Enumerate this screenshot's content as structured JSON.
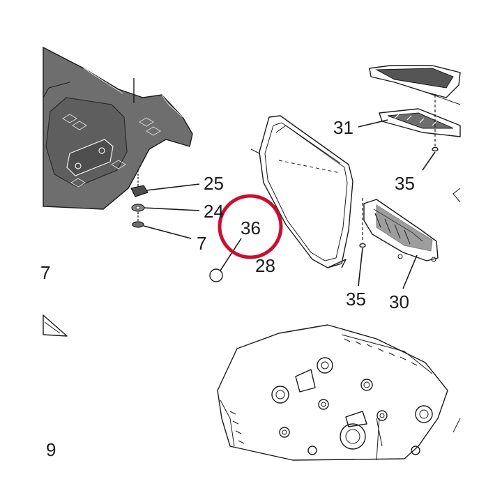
{
  "page_number": "9",
  "highlight_color": "#c8102e",
  "dark_part_color": "#6e6e6e",
  "callouts": {
    "c25": "25",
    "c24": "24",
    "c7": "7",
    "c36": "36",
    "c28": "28",
    "c31": "31",
    "c35_top": "35",
    "c35_bottom": "35",
    "c30": "30"
  },
  "edge_mark": "7"
}
